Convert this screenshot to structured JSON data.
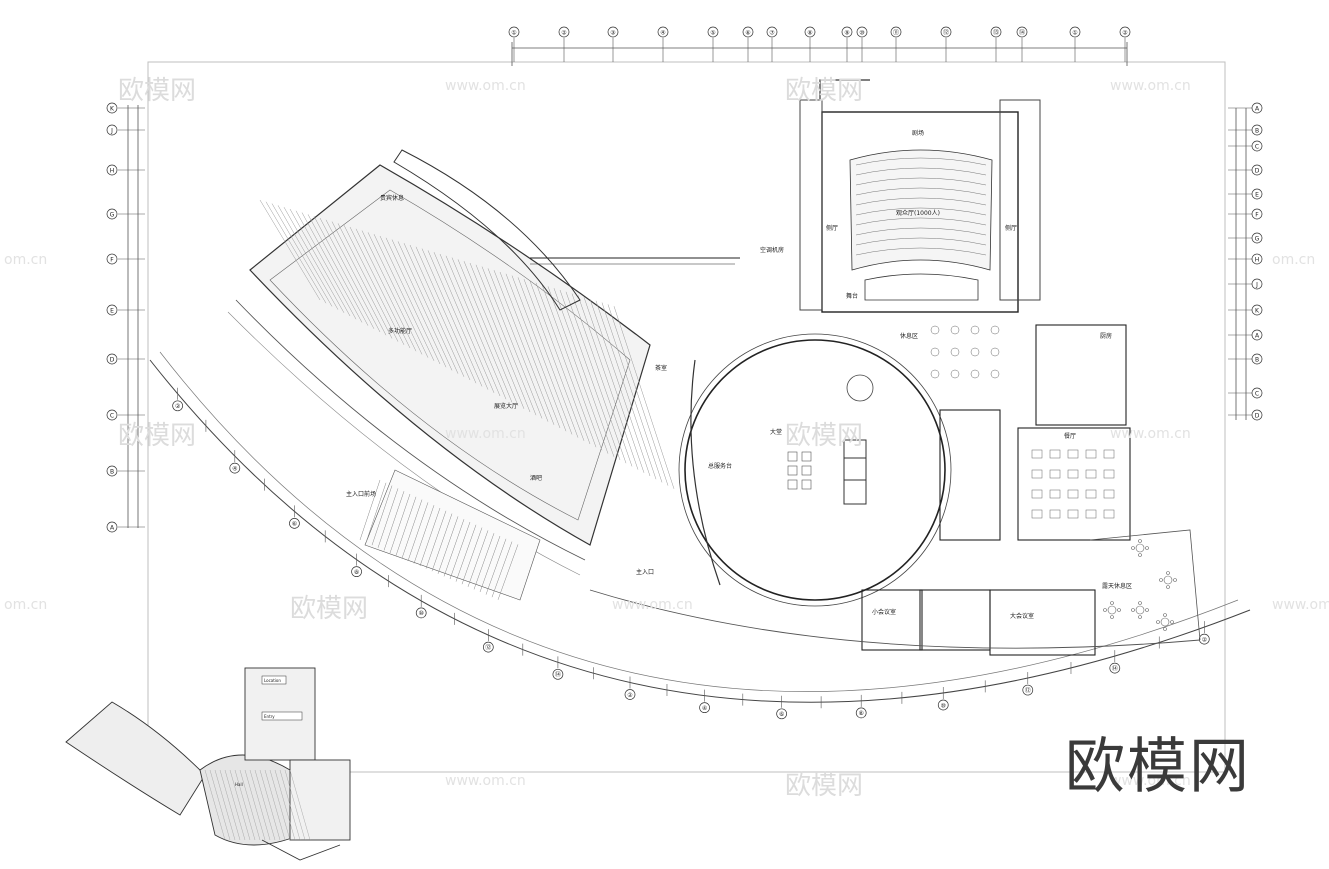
{
  "watermark": {
    "brand": "欧模网",
    "url": "www.om.cn",
    "url_short": "om.cn"
  },
  "top_axes": [
    "①",
    "②",
    "③",
    "④",
    "⑤",
    "⑥",
    "⑦",
    "⑧",
    "⑨",
    "⑩",
    "⑪",
    "⑫",
    "⑬",
    "⑭"
  ],
  "left_axes": [
    "A",
    "B",
    "C",
    "D",
    "E",
    "F",
    "G",
    "H",
    "J",
    "K"
  ],
  "rooms": {
    "auditorium": "剧场",
    "auditorium_hall": "观众厅(1000人)",
    "side_hall_l": "侧厅",
    "side_hall_r": "侧厅",
    "stage": "舞台",
    "ac_room": "空调机房",
    "lounge": "休息区",
    "lobby": "大堂",
    "reception": "总服务台",
    "main_entrance": "主入口",
    "main_entrance_plaza": "主入口前场",
    "restaurant": "餐厅",
    "kitchen": "厨房",
    "multi_hall": "多功能厅",
    "small_meeting": "小会议室",
    "large_meeting": "大会议室",
    "outdoor_rest": "露天休息区",
    "exhibition": "展览大厅",
    "vip": "贵宾休息",
    "bar": "酒吧",
    "tea": "茶室"
  },
  "legend": {
    "title": "Location",
    "item1": "Entry",
    "item2": "Hall"
  }
}
